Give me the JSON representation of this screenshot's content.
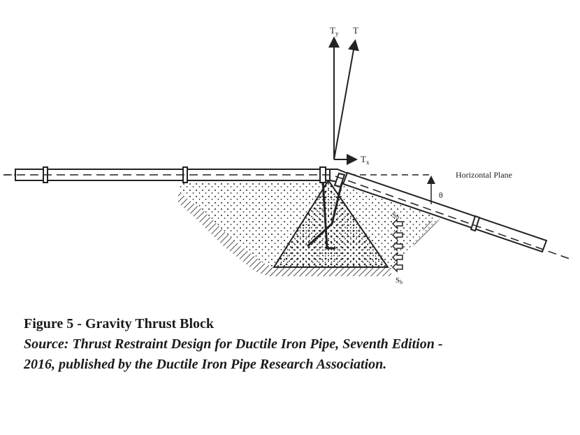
{
  "diagram": {
    "labels": {
      "ty": "T",
      "ty_sub": "y",
      "t": "T",
      "tx": "T",
      "tx_sub": "x",
      "horizontal_plane": "Horizontal Plane",
      "theta": "θ",
      "sb_top": "S",
      "sb_top_sub": "b",
      "sb_bottom": "S",
      "sb_bottom_sub": "b"
    }
  },
  "caption": {
    "title": "Figure 5 - Gravity Thrust Block",
    "source_line1": "Source: Thrust Restraint Design for Ductile Iron Pipe, Seventh Edition -",
    "source_line2": "2016, published by the Ductile Iron Pipe Research Association."
  }
}
